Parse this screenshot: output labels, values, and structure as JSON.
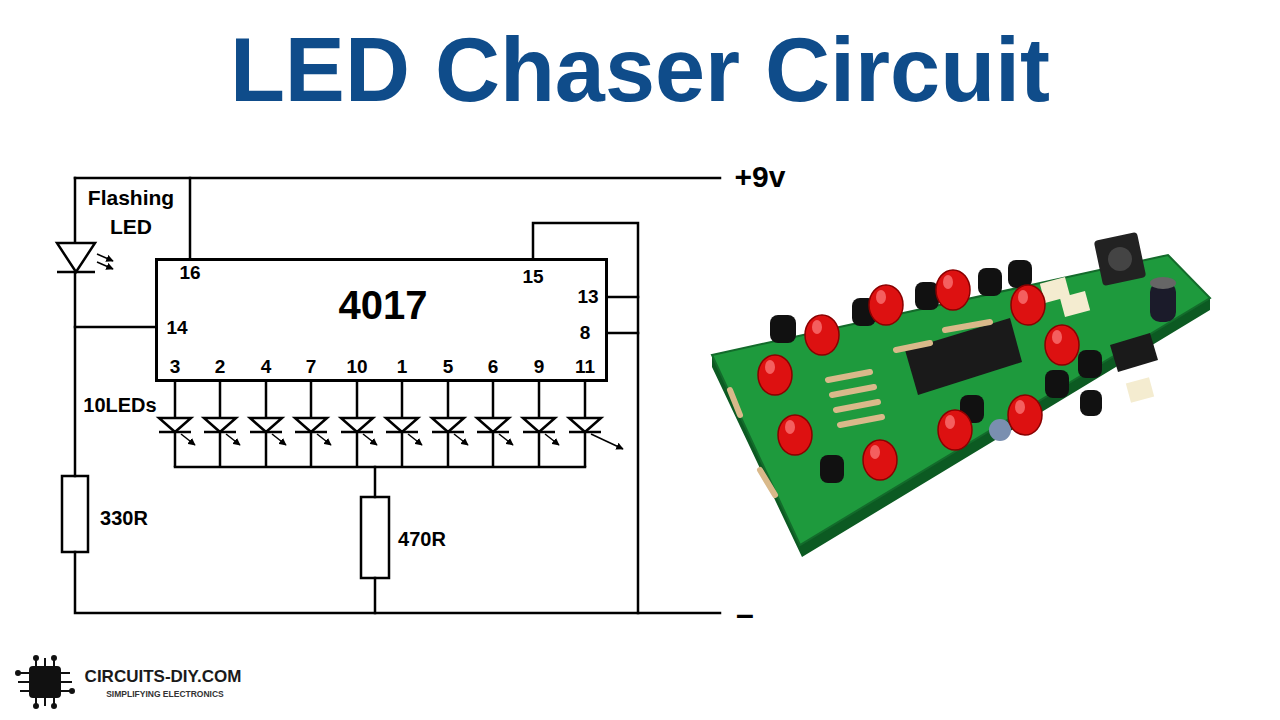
{
  "diagram": {
    "title": "LED Chaser Circuit",
    "nodes": [
      {
        "text": [
          "4017",
          "16",
          "14",
          "3",
          "2",
          "4",
          "7",
          "10",
          "1",
          "5",
          "6",
          "9",
          "11",
          "15",
          "13",
          "8"
        ]
      }
    ],
    "labels": [
      "Flashing LED",
      "+9v",
      "10LEDs",
      "330R",
      "470R",
      "–",
      "CIRCUITS-DIY.COM",
      "SIMPLIFYING ELECTRONICS"
    ]
  }
}
